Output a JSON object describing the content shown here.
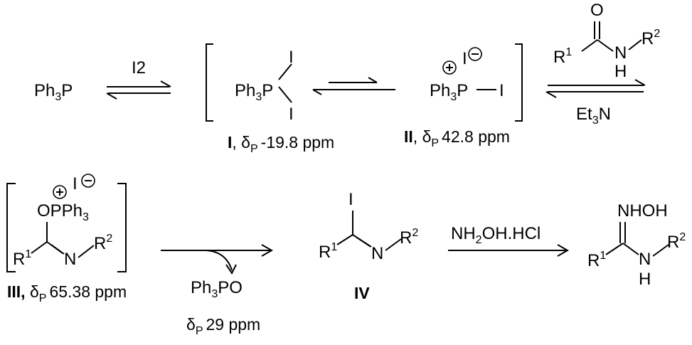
{
  "species": {
    "ph3p": "Ph3P",
    "ph3po": "Ph3PO",
    "iodine": "I",
    "r1": "R1",
    "r2": "R2",
    "n_atom": "N",
    "h_atom": "H",
    "o_atom": "O",
    "oppph3": "OPPh3",
    "nhoh": "NHOH"
  },
  "reagents": {
    "i2": "I2",
    "et3n": "Et3N",
    "nh2oh_hcl": "NH2OH.HCl"
  },
  "labels": {
    "I": {
      "id": "I",
      "shift": "-19.8 ppm"
    },
    "II": {
      "id": "II",
      "shift": "42.8 ppm"
    },
    "III": {
      "id": "III",
      "shift": "65.38 ppm"
    },
    "IV": {
      "id": "IV"
    },
    "ph3po_shift": "29 ppm",
    "delta": "δ",
    "delta_sub": "P"
  },
  "colors": {
    "ink": "#000000",
    "background": "#ffffff"
  }
}
